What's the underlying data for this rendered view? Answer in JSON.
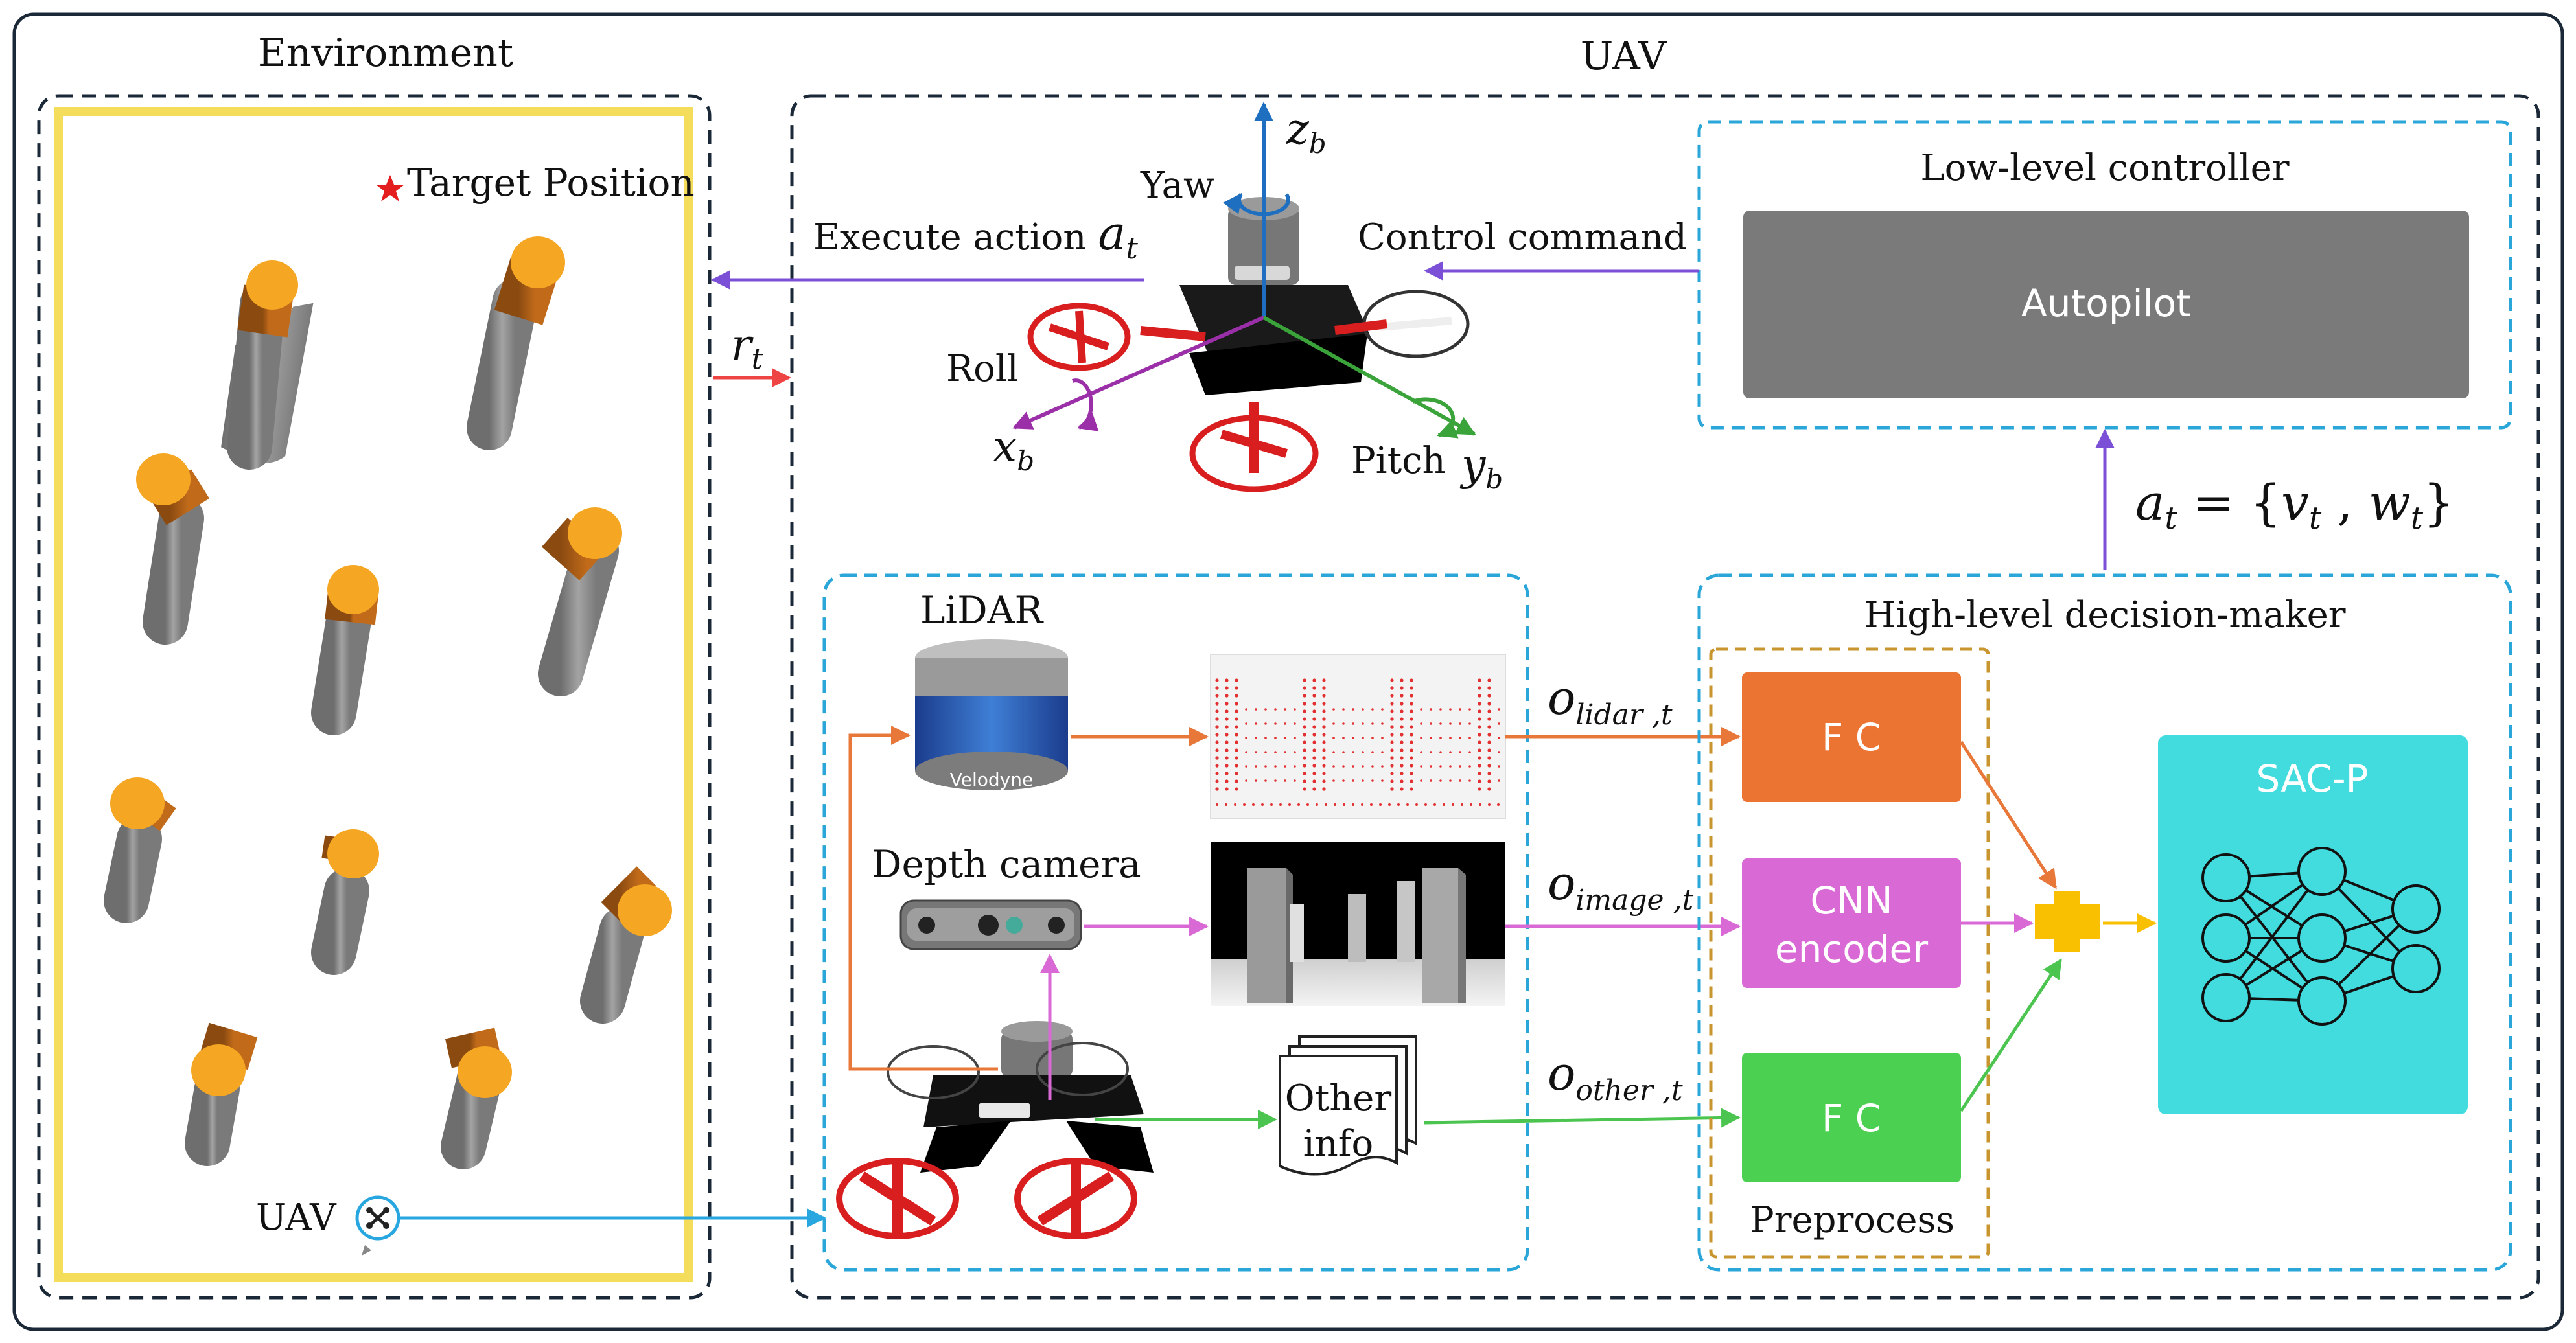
{
  "titles": {
    "environment": "Environment",
    "uav": "UAV",
    "target_position": "Target Position",
    "uav_marker": "UAV"
  },
  "uav_section": {
    "execute_action": "Execute action",
    "execute_action_var": "a",
    "execute_action_sub": "t",
    "reward_var": "r",
    "reward_sub": "t",
    "control_command": "Control command",
    "yaw": "Yaw",
    "roll": "Roll",
    "pitch": "Pitch",
    "axis_z": "z",
    "axis_z_sub": "b",
    "axis_x": "x",
    "axis_x_sub": "b",
    "axis_y": "y",
    "axis_y_sub": "b"
  },
  "low_level": {
    "title": "Low-level controller",
    "autopilot": "Autopilot",
    "action_eq_a": "a",
    "action_eq_a_sub": "t",
    "action_eq_mid": " = {",
    "action_eq_v": "v",
    "action_eq_v_sub": "t",
    "action_eq_comma": " , ",
    "action_eq_w": "w",
    "action_eq_w_sub": "t",
    "action_eq_end": "}"
  },
  "sensors": {
    "lidar": "LiDAR",
    "depth_camera": "Depth camera",
    "other_info_line1": "Other",
    "other_info_line2": "info",
    "velodyne": "Velodyne",
    "o_lidar": "o",
    "o_lidar_sub": "lidar ,t",
    "o_image": "o",
    "o_image_sub": "image ,t",
    "o_other": "o",
    "o_other_sub": "other ,t"
  },
  "high_level": {
    "title": "High-level decision-maker",
    "fc_top": "F C",
    "cnn_line1": "CNN",
    "cnn_line2": "encoder",
    "fc_bottom": "F C",
    "preprocess": "Preprocess",
    "sac": "SAC-P"
  },
  "colors": {
    "frame": "#1b2838",
    "env_border": "#f4dd5a",
    "dashed_blue": "#2aa6d8",
    "dashed_orange": "#c9952f",
    "autopilot": "#7a7a7a",
    "fc_orange": "#ec7433",
    "cnn_pink": "#d96ad5",
    "fc_green": "#4cd052",
    "sac_cyan": "#42dcdf",
    "combine_yellow": "#f8c000",
    "arrow_purple": "#7b4fd6",
    "arrow_red": "#ef4444",
    "arrow_orange": "#e8773a",
    "arrow_pink": "#d96ad5",
    "arrow_green": "#4cc550",
    "arrow_blue": "#27a6e0",
    "arrow_yellow": "#f8c000",
    "star": "#e41e1e",
    "pillar_cap": "#f5a623",
    "pillar_body": "#8c8c8c"
  }
}
